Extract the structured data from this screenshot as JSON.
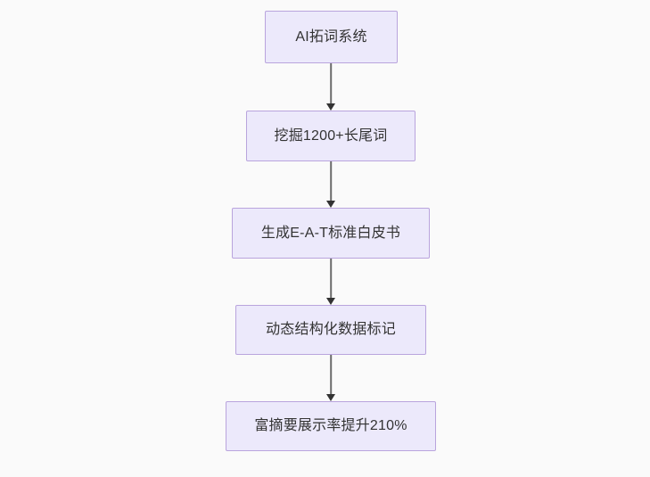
{
  "diagram": {
    "type": "flowchart",
    "direction": "top-to-bottom",
    "background_color": "#fafafa",
    "node_fill_color": "#ece9fb",
    "node_border_color": "#b9a4dd",
    "node_text_color": "#333333",
    "edge_color": "#6b6b6b",
    "arrowhead_color": "#333333",
    "nodes": [
      {
        "id": "n1",
        "label": "AI拓词系统"
      },
      {
        "id": "n2",
        "label": "挖掘1200+长尾词"
      },
      {
        "id": "n3",
        "label": "生成E-A-T标准白皮书"
      },
      {
        "id": "n4",
        "label": "动态结构化数据标记"
      },
      {
        "id": "n5",
        "label": "富摘要展示率提升210%"
      }
    ],
    "edges": [
      {
        "from": "n1",
        "to": "n2"
      },
      {
        "from": "n2",
        "to": "n3"
      },
      {
        "from": "n3",
        "to": "n4"
      },
      {
        "from": "n4",
        "to": "n5"
      }
    ]
  }
}
